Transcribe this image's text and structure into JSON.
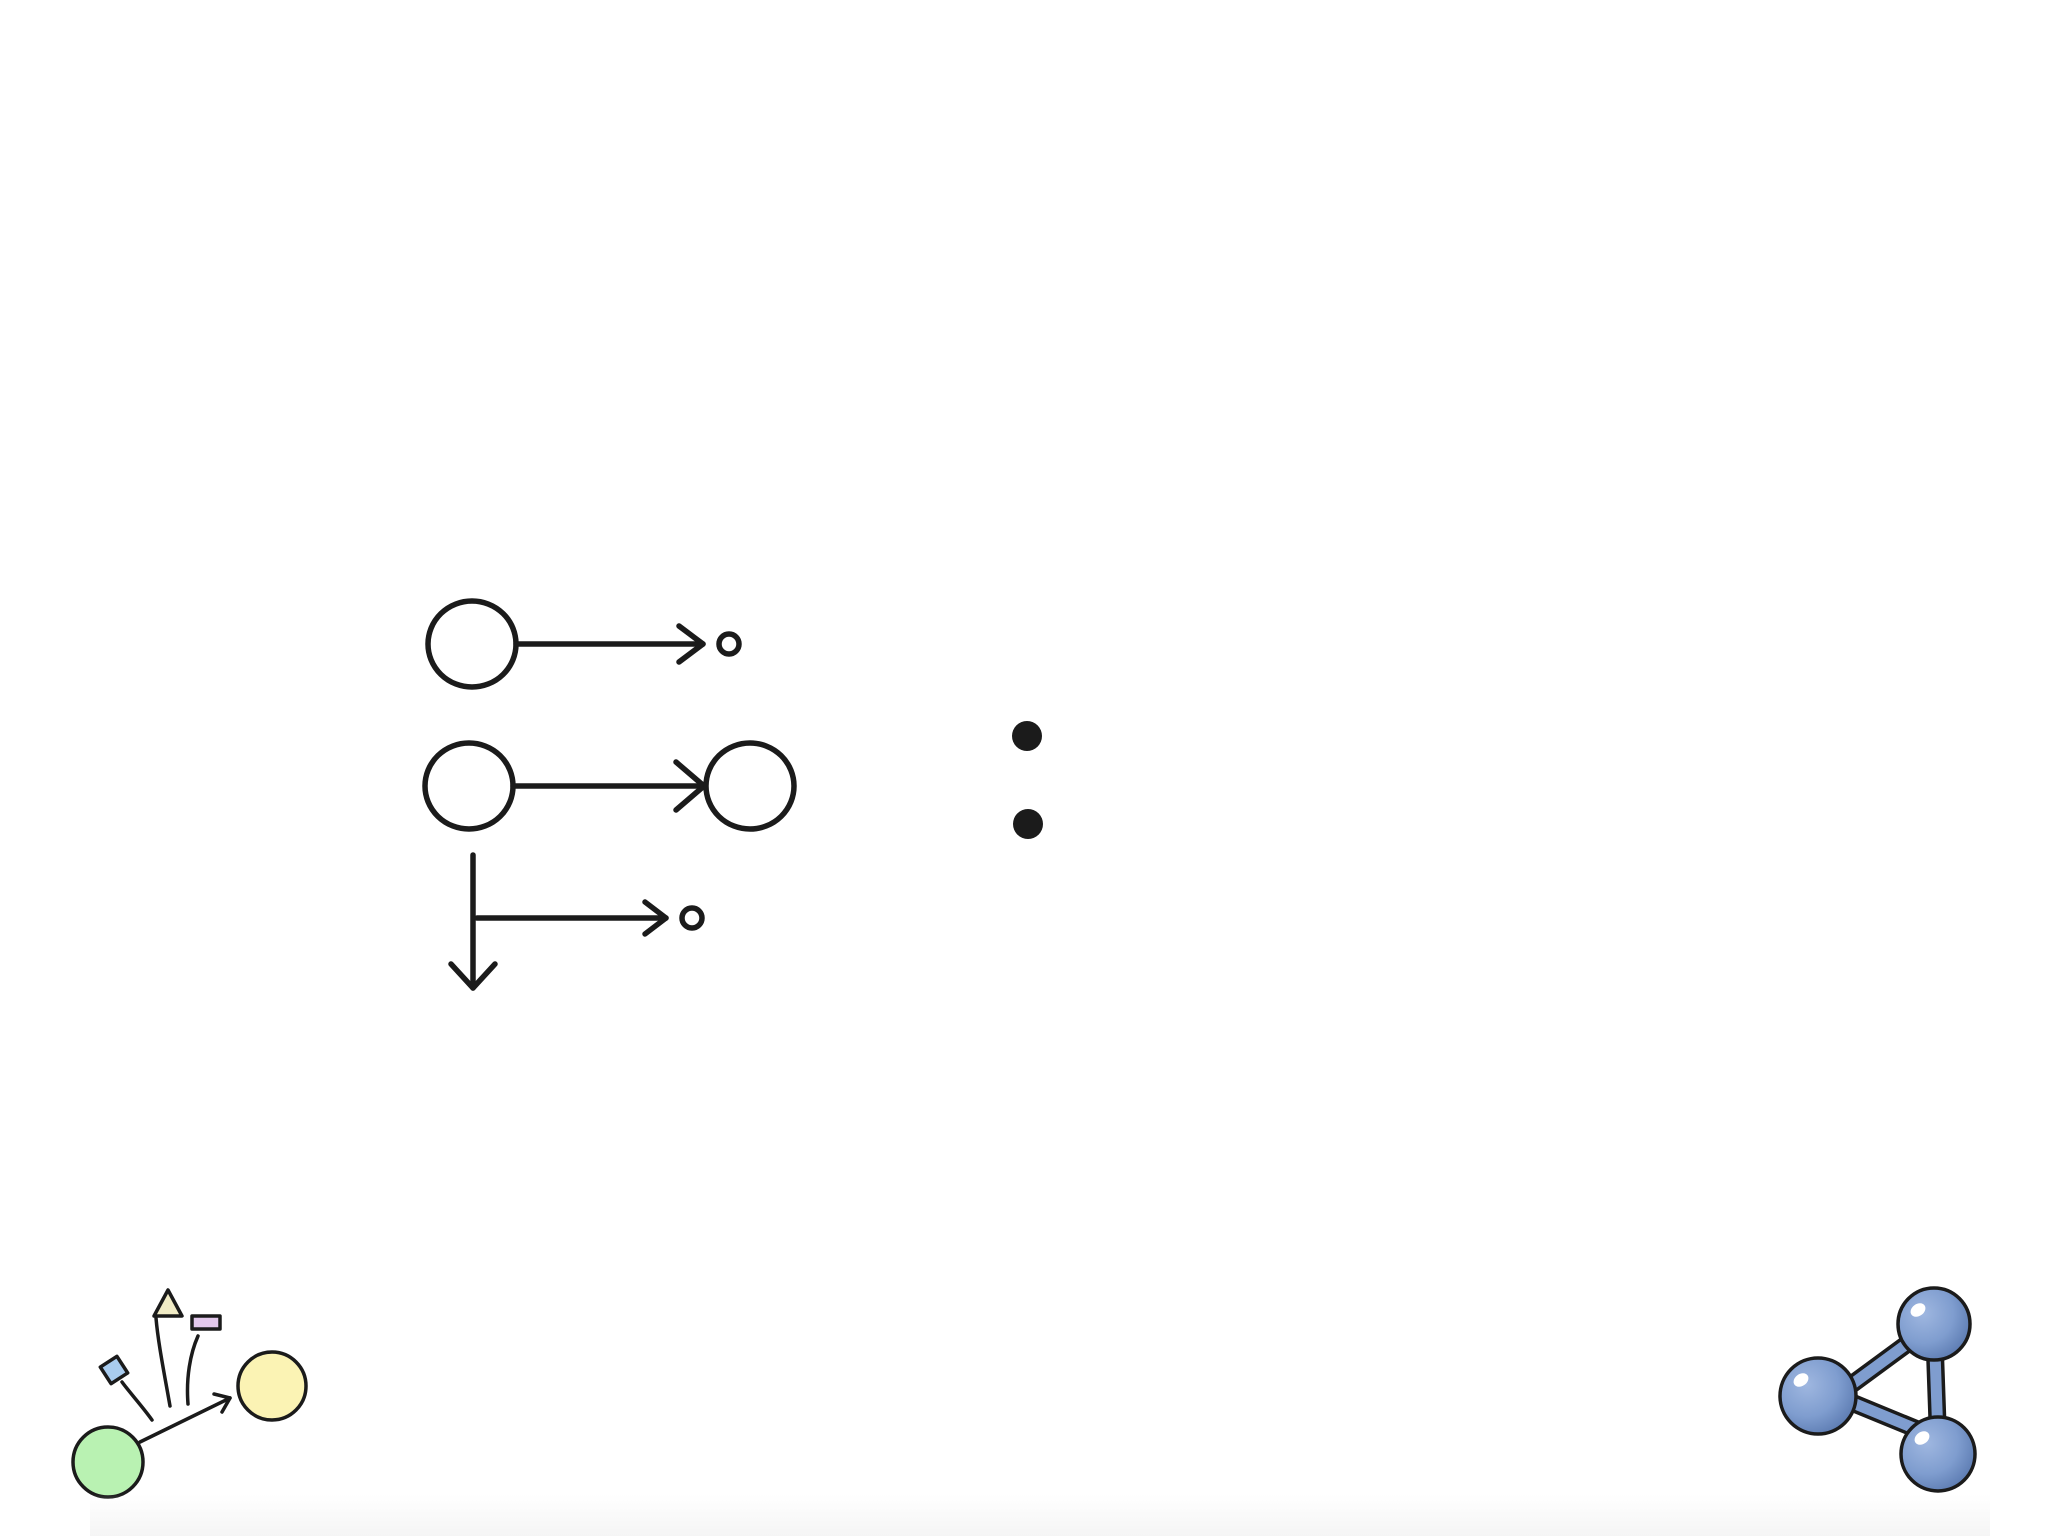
{
  "colors": {
    "ink": "#1b1b1b",
    "background": "#ffffff",
    "green_node": "#b9f2b2",
    "yellow_node": "#fbf3b4",
    "diamond": "#a9ccef",
    "triangle": "#f1ecc6",
    "rectangle": "#e3c8ec",
    "molecule_fill": "#7f9dcf",
    "molecule_shadow": "#5e7db3",
    "molecule_highlight": "#ffffff"
  },
  "icons": {
    "bottom_left": "graph-node-emitting-edges-icon",
    "bottom_right": "molecule-triangle-icon"
  },
  "diagram": {
    "rows": [
      {
        "kind": "node-to-point"
      },
      {
        "kind": "node-to-node"
      },
      {
        "kind": "branch-to-point"
      }
    ],
    "separator": "colon"
  }
}
